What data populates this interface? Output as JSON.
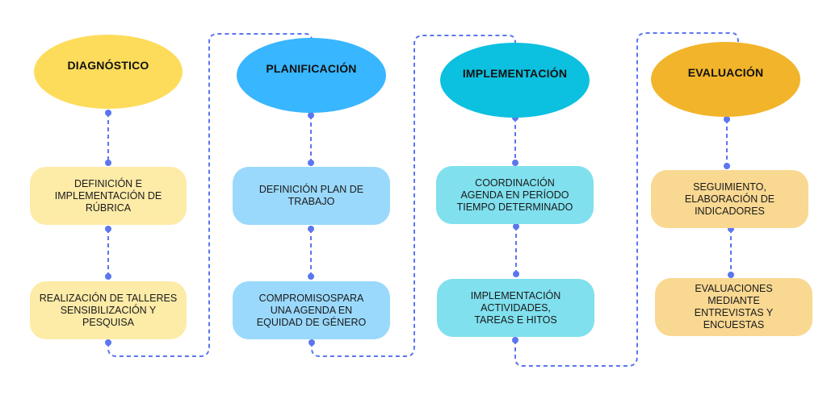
{
  "diagram": {
    "connector_color": "#5b76ee",
    "phases": [
      {
        "id": "diagnostico",
        "title": "DIAGNÓSTICO",
        "ellipse_color": "#fddc5c",
        "box_color": "#fdeba8",
        "steps": [
          "DEFINICIÓN E\nIMPLEMENTACIÓN DE\nRÚBRICA",
          "REALIZACIÓN DE TALLERES\nSENSIBILIZACIÓN Y\nPESQUISA"
        ]
      },
      {
        "id": "planificacion",
        "title": "PLANIFICACIÓN",
        "ellipse_color": "#38b6ff",
        "box_color": "#9ad9fc",
        "steps": [
          "DEFINICIÓN PLAN DE\nTRABAJO",
          "COMPROMISOSPARA\nUNA AGENDA EN\nEQUIDAD DE GÉNERO"
        ]
      },
      {
        "id": "implementacion",
        "title": "IMPLEMENTACIÓN",
        "ellipse_color": "#0cc0df",
        "box_color": "#80e0ee",
        "steps": [
          "COORDINACIÓN\nAGENDA EN PERÍODO\nTIEMPO DETERMINADO",
          "IMPLEMENTACIÓN\nACTIVIDADES,\nTAREAS E HITOS"
        ]
      },
      {
        "id": "evaluacion",
        "title": "EVALUACIÓN",
        "ellipse_color": "#f2b42a",
        "box_color": "#f9d892",
        "steps": [
          "SEGUIMIENTO,\nELABORACIÓN DE\nINDICADORES",
          "EVALUACIONES\nMEDIANTE\nENTREVISTAS Y\nENCUESTAS"
        ]
      }
    ]
  }
}
